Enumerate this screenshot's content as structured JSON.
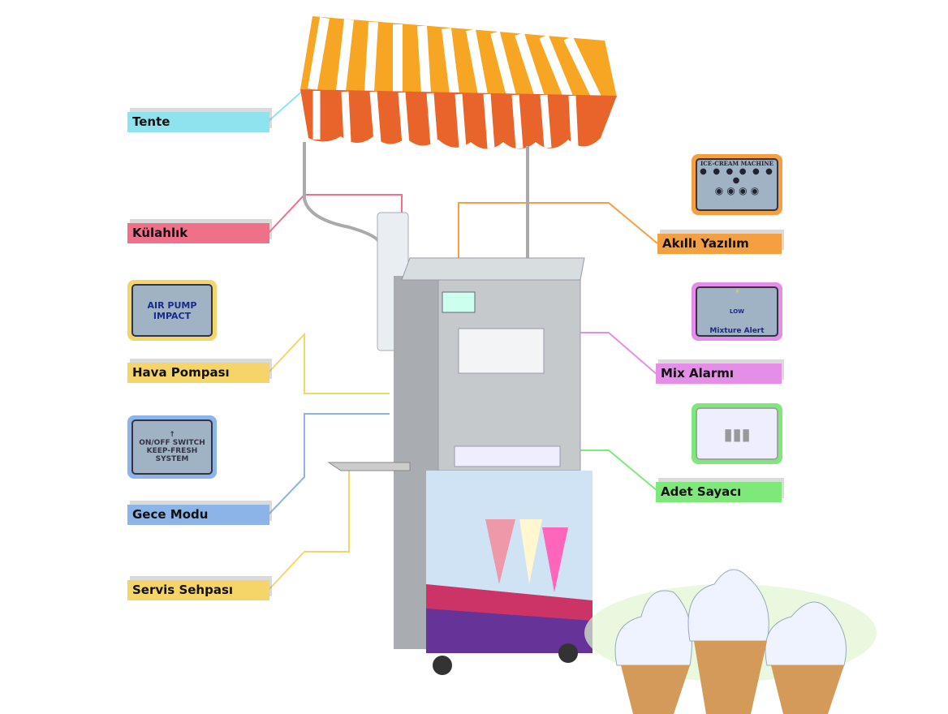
{
  "labels": {
    "tente": "Tente",
    "kulahlik": "Külahlık",
    "hava_pompasi": "Hava Pompası",
    "gece_modu": "Gece Modu",
    "servis_sehpasi": "Servis Sehpası",
    "akilli_yazilim": "Akıllı Yazılım",
    "mix_alarmi": "Mix Alarmı",
    "adet_sayaci": "Adet Sayacı"
  },
  "panels": {
    "air_pump": [
      "AIR PUMP",
      "IMPACT"
    ],
    "switch": [
      "ON/OFF SWITCH",
      "KEEP-FRESH SYSTEM"
    ],
    "control": "ICE-CREAM MACHINE",
    "mixture": {
      "low": "LOW",
      "title": "Mixture Alert"
    }
  },
  "colors": {
    "cyan": "#8fe3ef",
    "pink": "#f0708a",
    "yellow": "#f5d56a",
    "blue": "#8db4e8",
    "orange": "#f5a040",
    "magenta": "#e48ee8",
    "green": "#7ee87a"
  }
}
